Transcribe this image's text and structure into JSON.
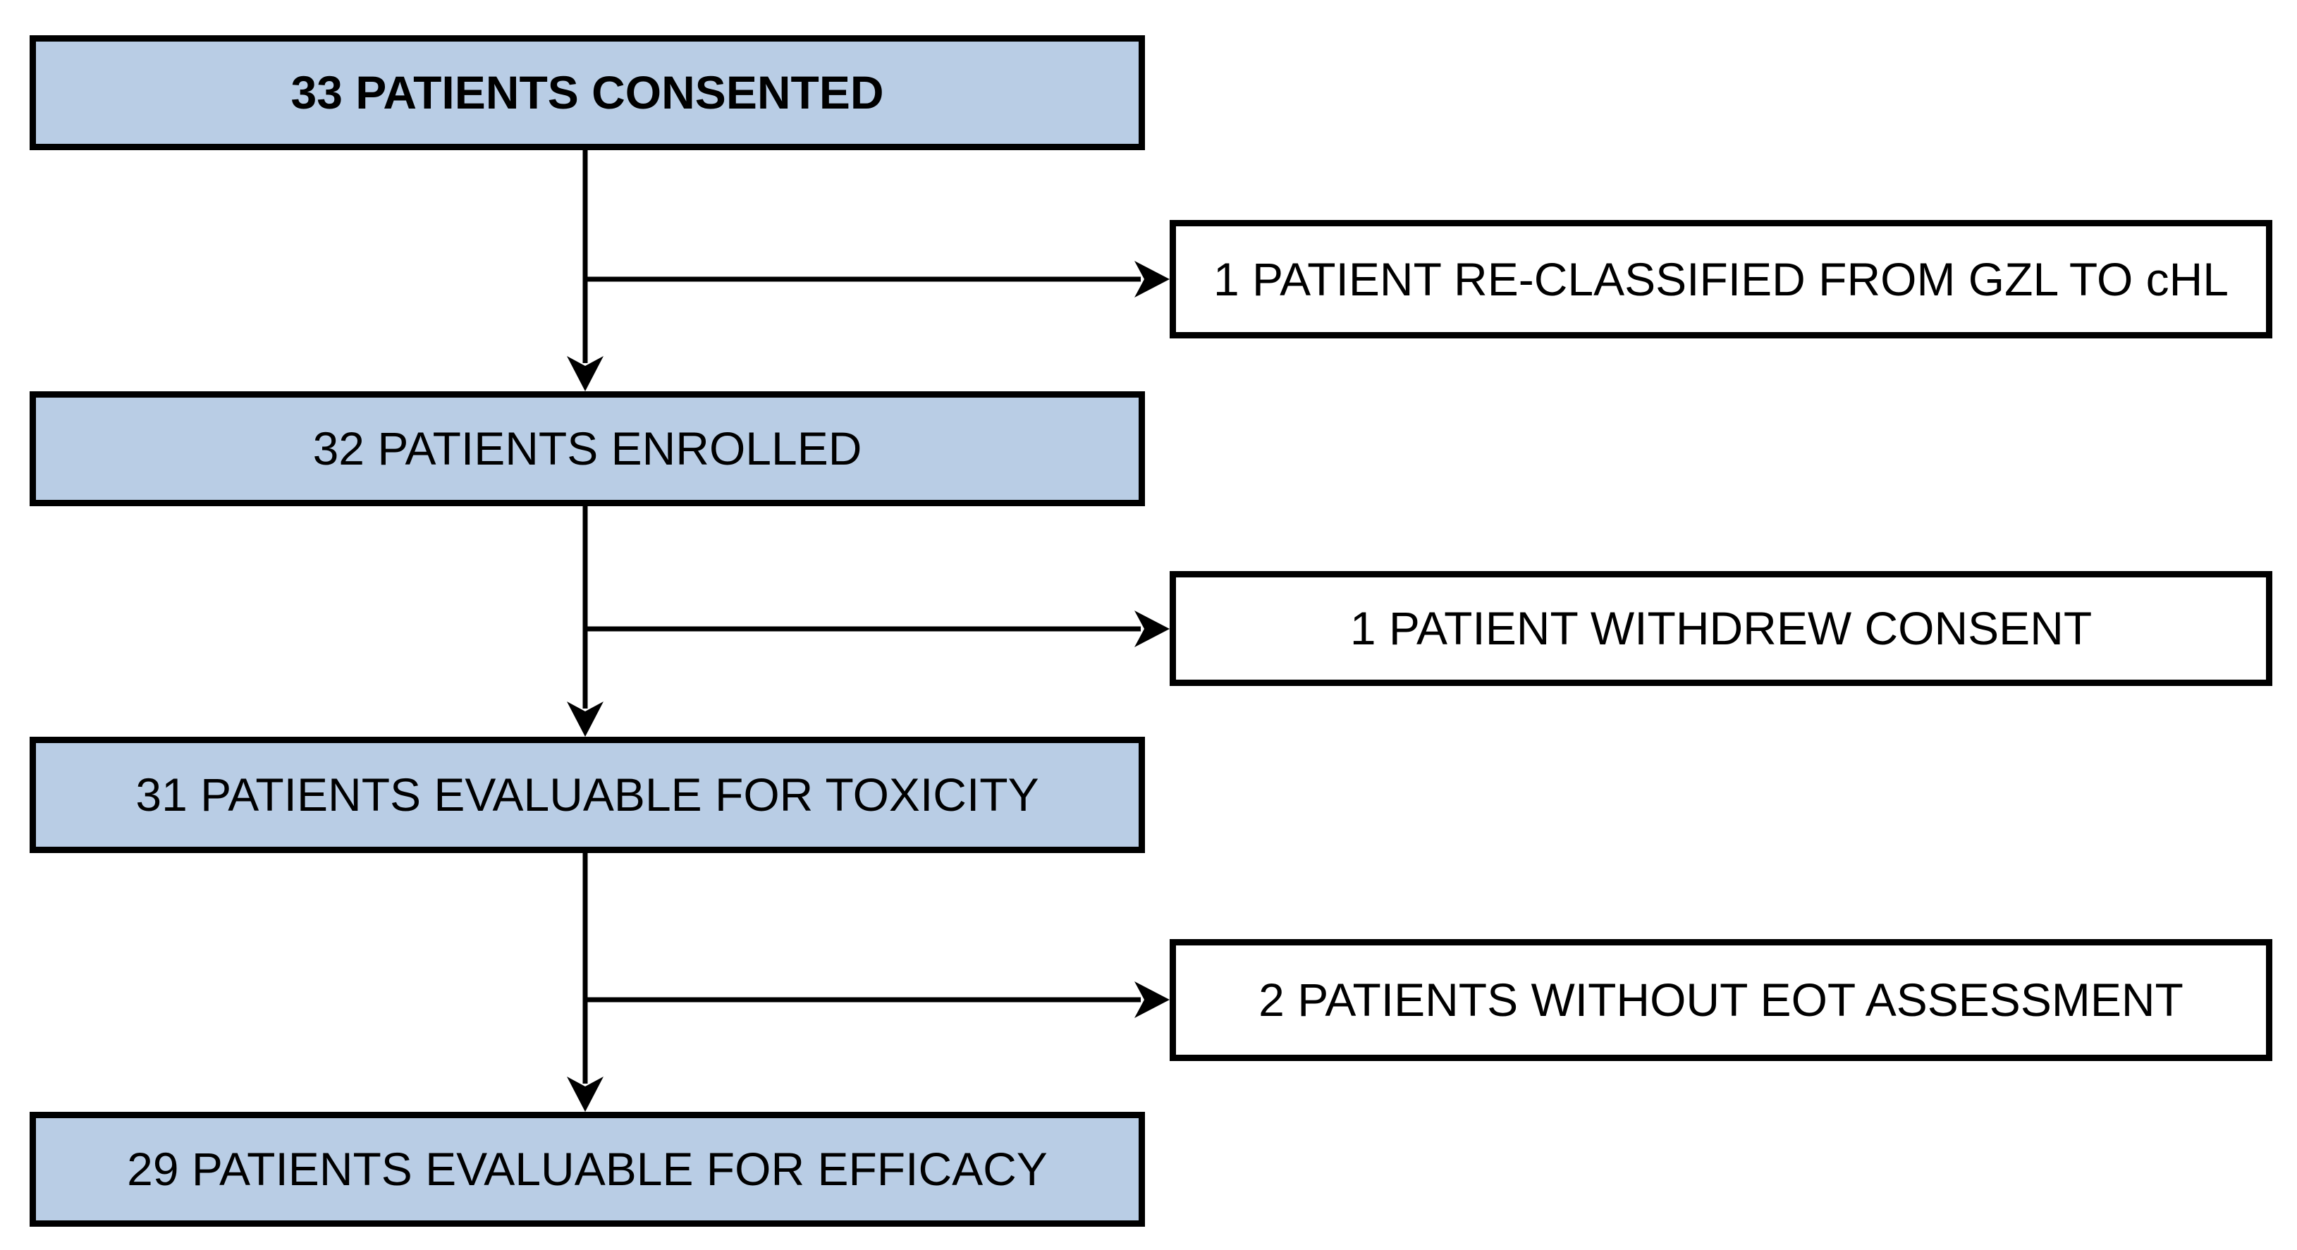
{
  "diagram": {
    "type": "patient-flow-chart",
    "main_boxes": [
      {
        "label": "33 PATIENTS CONSENTED",
        "count": 33,
        "bold": true
      },
      {
        "label": "32 PATIENTS ENROLLED",
        "count": 32,
        "bold": false
      },
      {
        "label": "31 PATIENTS EVALUABLE FOR TOXICITY",
        "count": 31,
        "bold": false
      },
      {
        "label": "29 PATIENTS EVALUABLE FOR EFFICACY",
        "count": 29,
        "bold": false
      }
    ],
    "side_boxes": [
      {
        "label": "1 PATIENT RE-CLASSIFIED FROM GZL TO cHL",
        "count": 1
      },
      {
        "label": "1 PATIENT WITHDREW CONSENT",
        "count": 1
      },
      {
        "label": "2 PATIENTS WITHOUT EOT ASSESSMENT",
        "count": 2
      }
    ],
    "colors": {
      "main_box_fill": "#b9cde5",
      "side_box_fill": "#ffffff",
      "border": "#000000",
      "text": "#000000",
      "background": "#ffffff"
    }
  }
}
